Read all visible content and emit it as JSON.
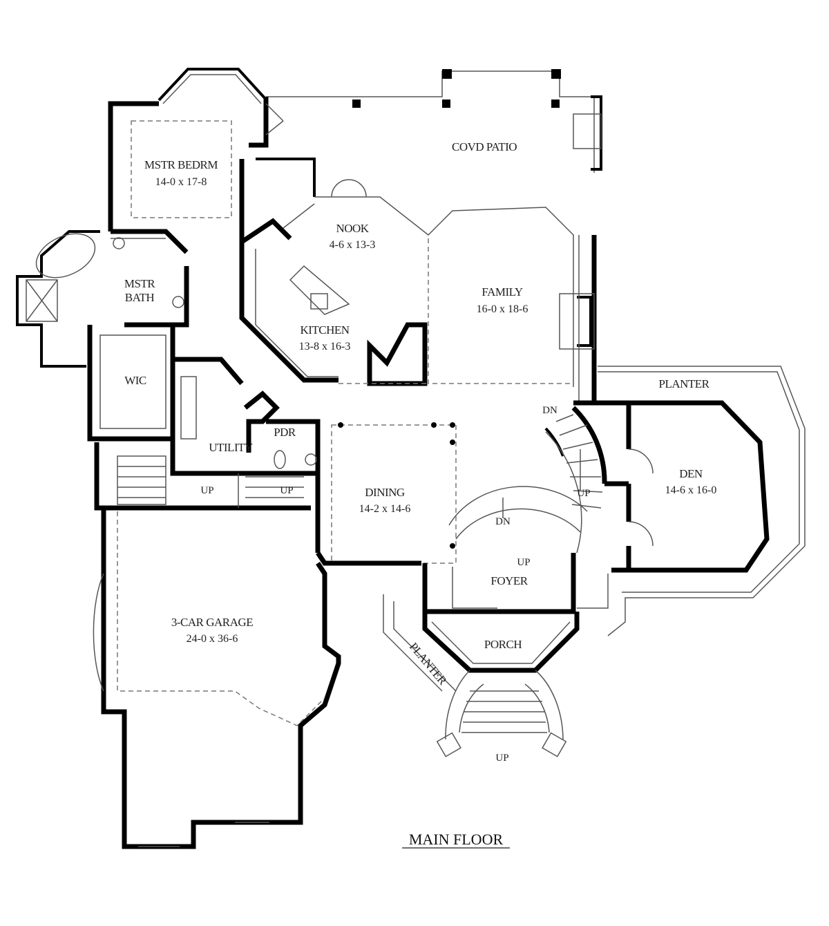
{
  "title": "MAIN FLOOR",
  "rooms": {
    "patio": {
      "name": "COVD PATIO"
    },
    "master_bedroom": {
      "name": "MSTR BEDRM",
      "size": "14-0 x 17-8"
    },
    "nook": {
      "name": "NOOK",
      "size": "4-6 x 13-3"
    },
    "family": {
      "name": "FAMILY",
      "size": "16-0 x 18-6"
    },
    "master_bath": {
      "name_line1": "MSTR",
      "name_line2": "BATH"
    },
    "kitchen": {
      "name": "KITCHEN",
      "size": "13-8 x 16-3"
    },
    "wic": {
      "name": "WIC"
    },
    "planter_east": {
      "name": "PLANTER"
    },
    "pdr": {
      "name": "PDR"
    },
    "utility": {
      "name": "UTILITY"
    },
    "den": {
      "name": "DEN",
      "size": "14-6 x 16-0"
    },
    "dining": {
      "name": "DINING",
      "size": "14-2 x 14-6"
    },
    "foyer": {
      "name": "FOYER"
    },
    "garage": {
      "name": "3-CAR GARAGE",
      "size": "24-0 x 36-6"
    },
    "porch": {
      "name": "PORCH"
    },
    "planter_front": {
      "name": "PLANTER"
    }
  },
  "stairs": {
    "main_dn": "DN",
    "main_up": "UP",
    "lower_dn": "DN",
    "foyer_up": "UP",
    "utility_up_1": "UP",
    "utility_up_2": "UP",
    "porch_up": "UP"
  }
}
